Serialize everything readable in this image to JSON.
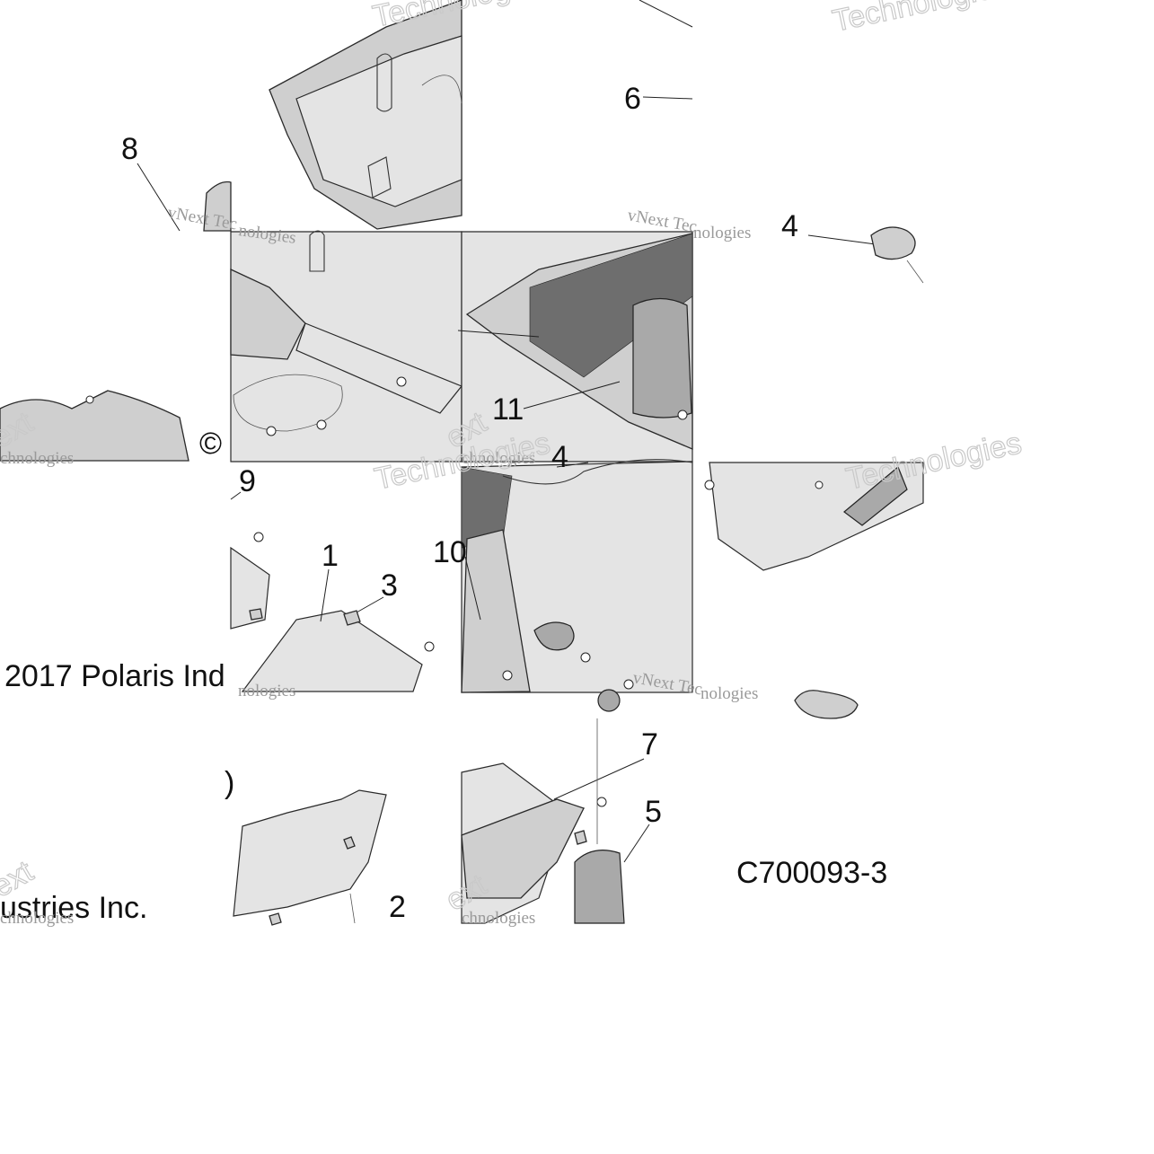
{
  "diagram": {
    "callouts": [
      "1",
      "2",
      "3",
      "4",
      "5",
      "6",
      "7",
      "8",
      "9",
      "10",
      "11",
      "4"
    ],
    "copyright": {
      "symbol": "©",
      "line1": "2017 Polaris Ind",
      "line2": "ustries Inc."
    },
    "figure_code": "C700093-3",
    "watermarks": {
      "vnext": "vNext Tec",
      "vnext2": "vNext Technologies",
      "technologies": "Technologies",
      "nologies": "nologies",
      "ext": "ext",
      "chnologies": "chnologies"
    },
    "stray_glyph": ")"
  }
}
